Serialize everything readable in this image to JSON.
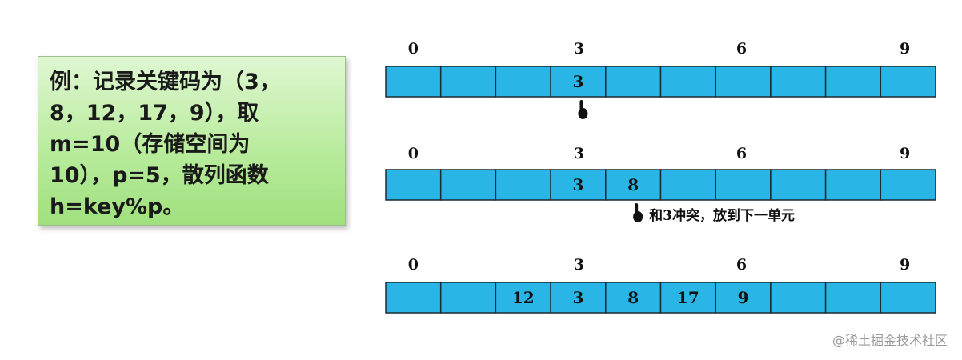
{
  "example": {
    "lines": [
      "例：记录关键码为（3，",
      "8，12，17，9），取",
      "m=10（存储空间为",
      "10），p=5，散列函数",
      "h=key%p。"
    ]
  },
  "arrays": [
    {
      "index_labels": [
        "0",
        "3",
        "6",
        "9"
      ],
      "index_positions": [
        0,
        3,
        6,
        9
      ],
      "cells": [
        "",
        "",
        "",
        "3",
        "",
        "",
        "",
        "",
        "",
        ""
      ],
      "pointer_at": 3,
      "note": ""
    },
    {
      "index_labels": [
        "0",
        "3",
        "6",
        "9"
      ],
      "index_positions": [
        0,
        3,
        6,
        9
      ],
      "cells": [
        "",
        "",
        "",
        "3",
        "8",
        "",
        "",
        "",
        "",
        ""
      ],
      "pointer_at": 4,
      "note": "和3冲突，放到下一单元"
    },
    {
      "index_labels": [
        "0",
        "3",
        "6",
        "9"
      ],
      "index_positions": [
        0,
        3,
        6,
        9
      ],
      "cells": [
        "",
        "",
        "12",
        "3",
        "8",
        "17",
        "9",
        "",
        "",
        ""
      ],
      "pointer_at": null,
      "note": ""
    }
  ],
  "colors": {
    "cell_fill": "#29b6e6",
    "cell_border": "#1c2a33"
  },
  "watermark": "@稀土掘金技术社区"
}
